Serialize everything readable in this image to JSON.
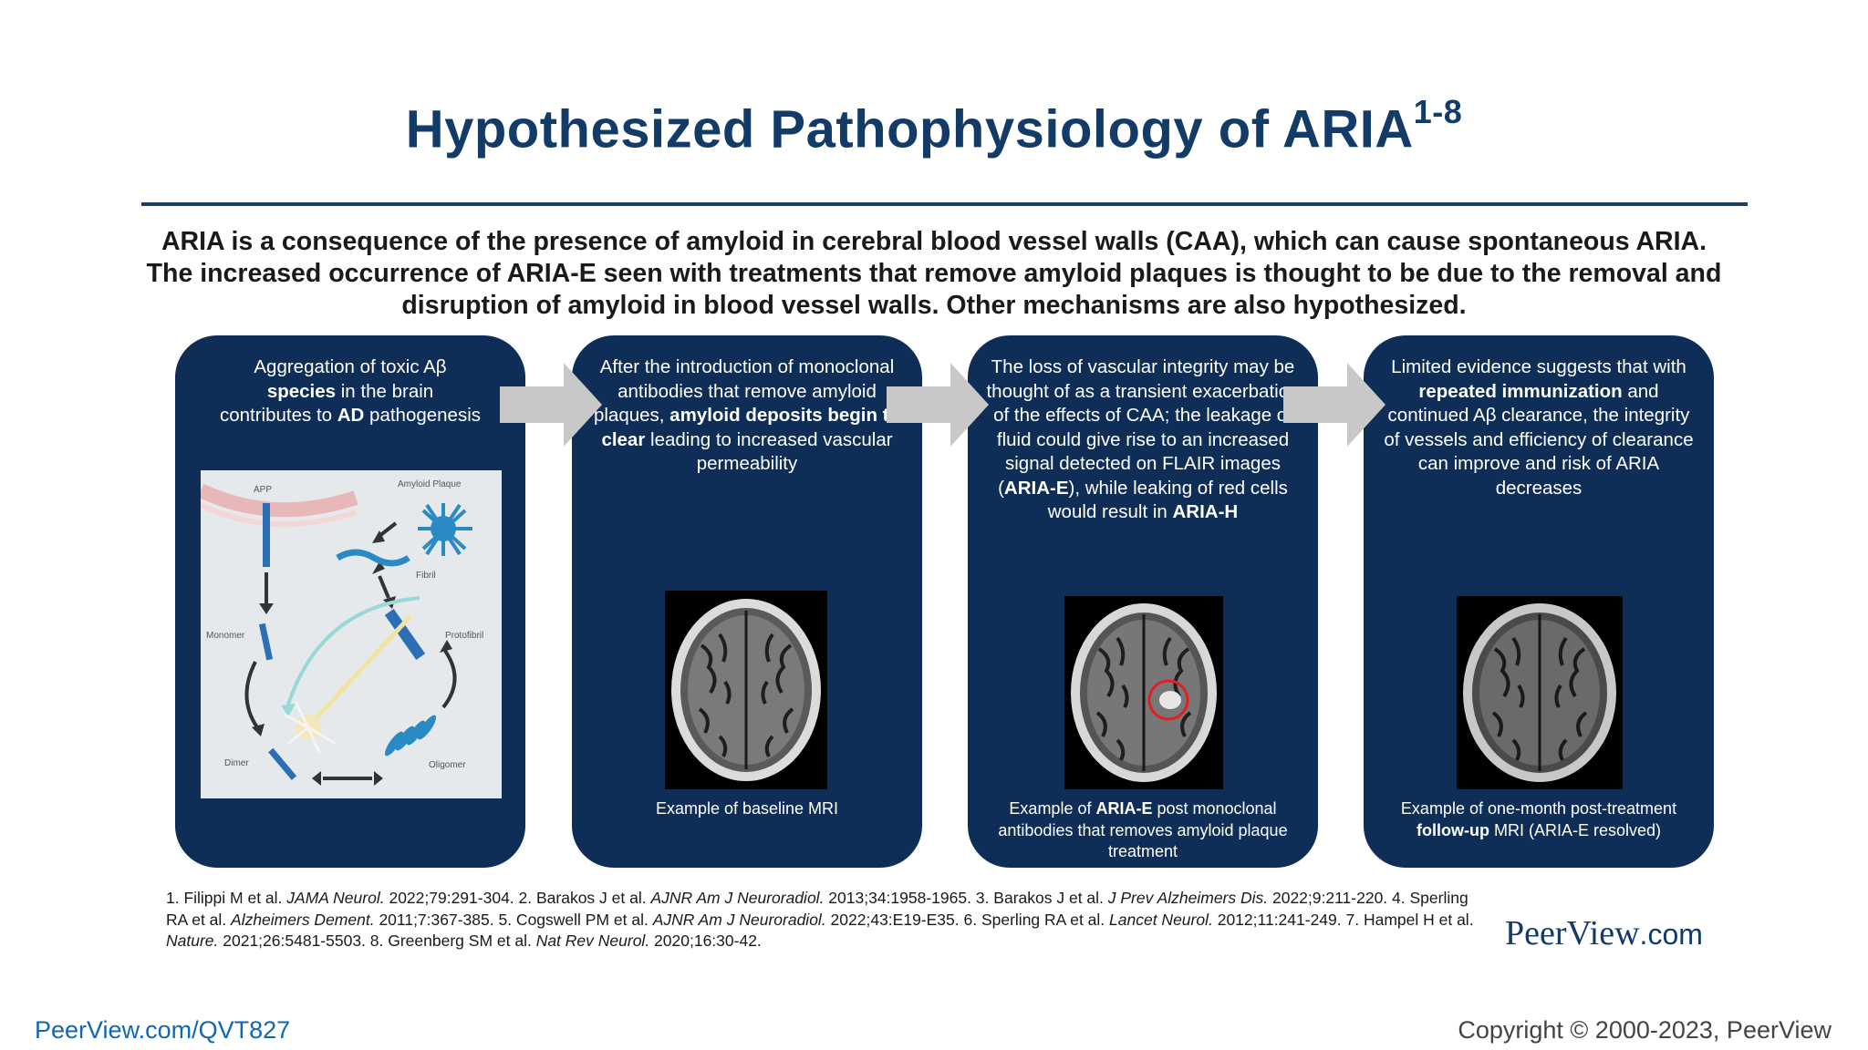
{
  "title": {
    "text": "Hypothesized Pathophysiology of ARIA",
    "sup": "1-8"
  },
  "intro": "ARIA is a consequence of the presence of amyloid in cerebral blood vessel walls (CAA), which can cause spontaneous ARIA. The increased occurrence of ARIA-E seen with treatments that remove amyloid plaques is thought to be due to the removal and disruption of amyloid in blood vessel walls. Other mechanisms are also hypothesized.",
  "panels": [
    {
      "text": [
        {
          "t": "Aggregation of toxic Aβ ",
          "b": false
        },
        {
          "t": "species",
          "b": true
        },
        {
          "t": " in the brain contributes to ",
          "b": false
        },
        {
          "t": "AD",
          "b": true
        },
        {
          "t": " pathogenesis",
          "b": false
        }
      ],
      "diagram_labels": {
        "app": "APP",
        "plaque": "Amyloid Plaque",
        "fibril": "Fibril",
        "monomer": "Monomer",
        "protofibril": "Protofibril",
        "dimer": "Dimer",
        "oligomer": "Oligomer"
      }
    },
    {
      "text": [
        {
          "t": "After the introduction of monoclonal antibodies that remove amyloid plaques, ",
          "b": false
        },
        {
          "t": "amyloid deposits begin to clear",
          "b": true
        },
        {
          "t": " leading to increased vascular permeability",
          "b": false
        }
      ],
      "caption": [
        {
          "t": "Example of baseline MRI",
          "b": false
        }
      ]
    },
    {
      "text": [
        {
          "t": "The loss of vascular integrity may be thought of as a transient exacerbation of the effects of CAA; the leakage of fluid could give rise to an increased signal detected on FLAIR images (",
          "b": false
        },
        {
          "t": "ARIA-E",
          "b": true
        },
        {
          "t": "), while leaking of red cells would result in ",
          "b": false
        },
        {
          "t": "ARIA-H",
          "b": true
        }
      ],
      "caption": [
        {
          "t": "Example of ",
          "b": false
        },
        {
          "t": "ARIA-E",
          "b": true
        },
        {
          "t": " post monoclonal antibodies that removes amyloid plaque treatment",
          "b": false
        }
      ]
    },
    {
      "text": [
        {
          "t": "Limited evidence suggests that with ",
          "b": false
        },
        {
          "t": "repeated immunization",
          "b": true
        },
        {
          "t": " and continued Aβ clearance, the integrity of vessels and efficiency of clearance can improve and risk of ARIA decreases",
          "b": false
        }
      ],
      "caption": [
        {
          "t": "Example of one-month post-treatment ",
          "b": false
        },
        {
          "t": "follow-up",
          "b": true
        },
        {
          "t": " MRI (ARIA-E resolved)",
          "b": false
        }
      ]
    }
  ],
  "references": [
    {
      "t": "1. Filippi M et al. ",
      "i": false
    },
    {
      "t": "JAMA Neurol.",
      "i": true
    },
    {
      "t": " 2022;79:291-304. 2. Barakos J et al. ",
      "i": false
    },
    {
      "t": "AJNR Am J Neuroradiol.",
      "i": true
    },
    {
      "t": " 2013;34:1958-1965. 3. Barakos J et al. ",
      "i": false
    },
    {
      "t": "J Prev Alzheimers Dis.",
      "i": true
    },
    {
      "t": " 2022;9:211-220. 4. Sperling RA et al. ",
      "i": false
    },
    {
      "t": "Alzheimers Dement.",
      "i": true
    },
    {
      "t": " 2011;7:367-385. 5. Cogswell PM et al. ",
      "i": false
    },
    {
      "t": "AJNR Am J Neuroradiol.",
      "i": true
    },
    {
      "t": " 2022;43:E19-E35. 6. Sperling RA et al. ",
      "i": false
    },
    {
      "t": "Lancet Neurol.",
      "i": true
    },
    {
      "t": " 2012;11:241-249. 7. Hampel H et al. ",
      "i": false
    },
    {
      "t": "Nature.",
      "i": true
    },
    {
      "t": " 2021;26:5481-5503. 8. Greenberg SM et al. ",
      "i": false
    },
    {
      "t": "Nat Rev Neurol.",
      "i": true
    },
    {
      "t": " 2020;16:30-42.",
      "i": false
    }
  ],
  "brand": {
    "name": "PeerView",
    "suffix": ".com"
  },
  "footer": {
    "link": "PeerView.com/QVT827",
    "copyright": "Copyright © 2000-2023, PeerView"
  },
  "colors": {
    "title": "#133b68",
    "panel": "#0e2e57",
    "arrow": "#c8c8c8",
    "link": "#1167b1",
    "highlight": "#e02020"
  }
}
